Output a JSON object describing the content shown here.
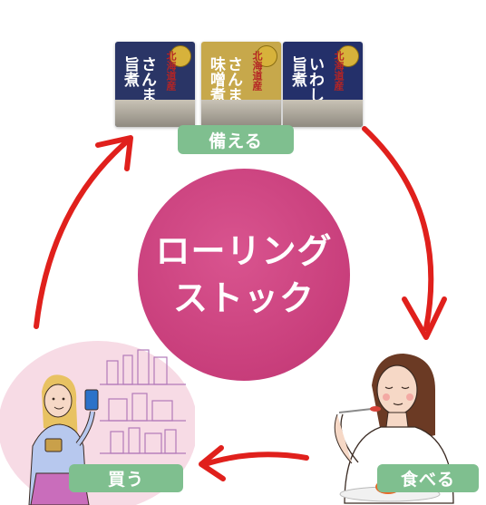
{
  "center": {
    "line1": "ローリング",
    "line2": "ストック"
  },
  "steps": {
    "prepare": "備える",
    "eat": "食べる",
    "buy": "買う"
  },
  "products": [
    {
      "region": "北海道産",
      "name": "さんまの旨煮",
      "color": "#2a3566"
    },
    {
      "region": "北海道産",
      "name": "さんまの味噌煮",
      "color": "#c7a84b"
    },
    {
      "region": "北海道産",
      "name": "いわしの旨煮",
      "color": "#24306a"
    }
  ],
  "colors": {
    "arrow": "#e0201c",
    "label": "#7fbf8f",
    "circle": "#c83e7b"
  }
}
